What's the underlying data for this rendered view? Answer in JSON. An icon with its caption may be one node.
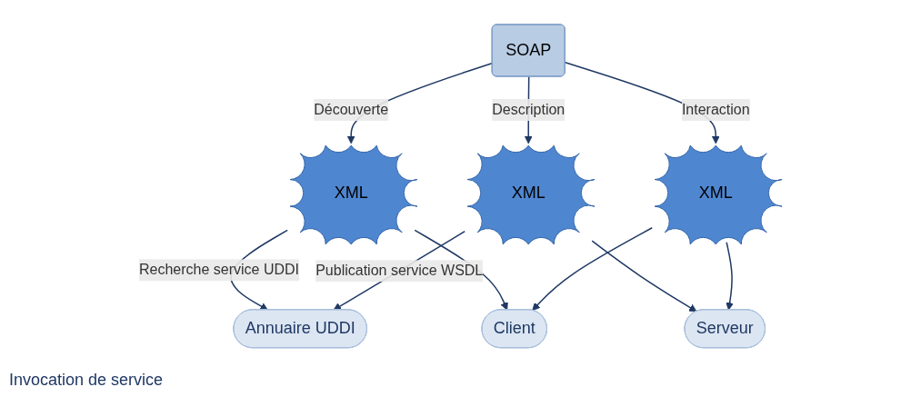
{
  "diagram": {
    "nodes": [
      {
        "text": [
          "Annuaire UDDI"
        ]
      },
      {
        "text": [
          "XML"
        ]
      },
      {
        "text": [
          "SOAP"
        ]
      },
      {
        "text": [
          "XML"
        ]
      },
      {
        "text": [
          "Client"
        ]
      },
      {
        "text": [
          "XML"
        ]
      },
      {
        "text": [
          "Serveur"
        ]
      }
    ],
    "edges": [
      {
        "from": 1,
        "to": 0,
        "arrow": "to",
        "label": "Recherche service UDDI"
      },
      {
        "from": 3,
        "to": 0,
        "arrow": "to",
        "label": "Publication service WSDL"
      },
      {
        "from": 2,
        "to": 1,
        "arrow": "to",
        "label": "Découverte"
      },
      {
        "from": 2,
        "to": 3,
        "arrow": "to",
        "label": "Description"
      },
      {
        "from": 2,
        "to": 5,
        "arrow": "to",
        "label": "Interaction"
      },
      {
        "from": 1,
        "to": 4,
        "arrow": "to"
      },
      {
        "from": 3,
        "to": 6,
        "arrow": "to"
      },
      {
        "from": 5,
        "to": 4,
        "arrow": "to"
      },
      {
        "from": 5,
        "to": 6,
        "arrow": "to"
      }
    ],
    "labels": [
      "Invocation de service"
    ]
  }
}
